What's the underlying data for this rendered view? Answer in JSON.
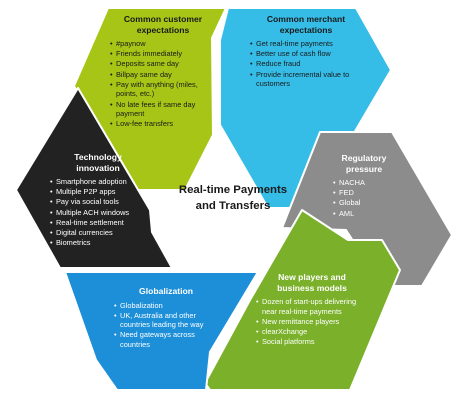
{
  "center": {
    "title_line1": "Real-time Payments",
    "title_line2": "and Transfers"
  },
  "segments": {
    "customer": {
      "title_line1": "Common customer",
      "title_line2": "expectations",
      "items": [
        "#paynow",
        "Friends immediately",
        "Deposits same day",
        "Billpay same day",
        "Pay with anything (miles, points, etc.)",
        "No late fees if same day payment",
        "Low-fee transfers"
      ],
      "color": "#a6c516"
    },
    "merchant": {
      "title_line1": "Common merchant",
      "title_line2": "expectations",
      "items": [
        "Get real-time payments",
        "Better use of cash flow",
        "Reduce fraud",
        "Provide incremental value to customers"
      ],
      "color": "#35bde7"
    },
    "regulatory": {
      "title_line1": "Regulatory",
      "title_line2": "pressure",
      "items": [
        "NACHA",
        "FED",
        "Global",
        "AML"
      ],
      "color": "#8c8c8c"
    },
    "players": {
      "title_line1": "New players and",
      "title_line2": "business models",
      "items": [
        "Dozen of start-ups delivering near real-time payments",
        "New remittance players",
        "clearXchange",
        "Social platforms"
      ],
      "color": "#7ab02a"
    },
    "globalization": {
      "title_line1": "Globalization",
      "items": [
        "Globalization",
        "UK, Australia and other countries leading the way",
        "Need gateways across countries"
      ],
      "color": "#1d8fd9"
    },
    "technology": {
      "title_line1": "Technology",
      "title_line2": "innovation",
      "items": [
        "Smartphone adoption",
        "Multiple P2P apps",
        "Pay via social tools",
        "Multiple ACH windows",
        "Real-time settlement",
        "Digital currencies",
        "Biometrics"
      ],
      "color": "#222222"
    }
  }
}
